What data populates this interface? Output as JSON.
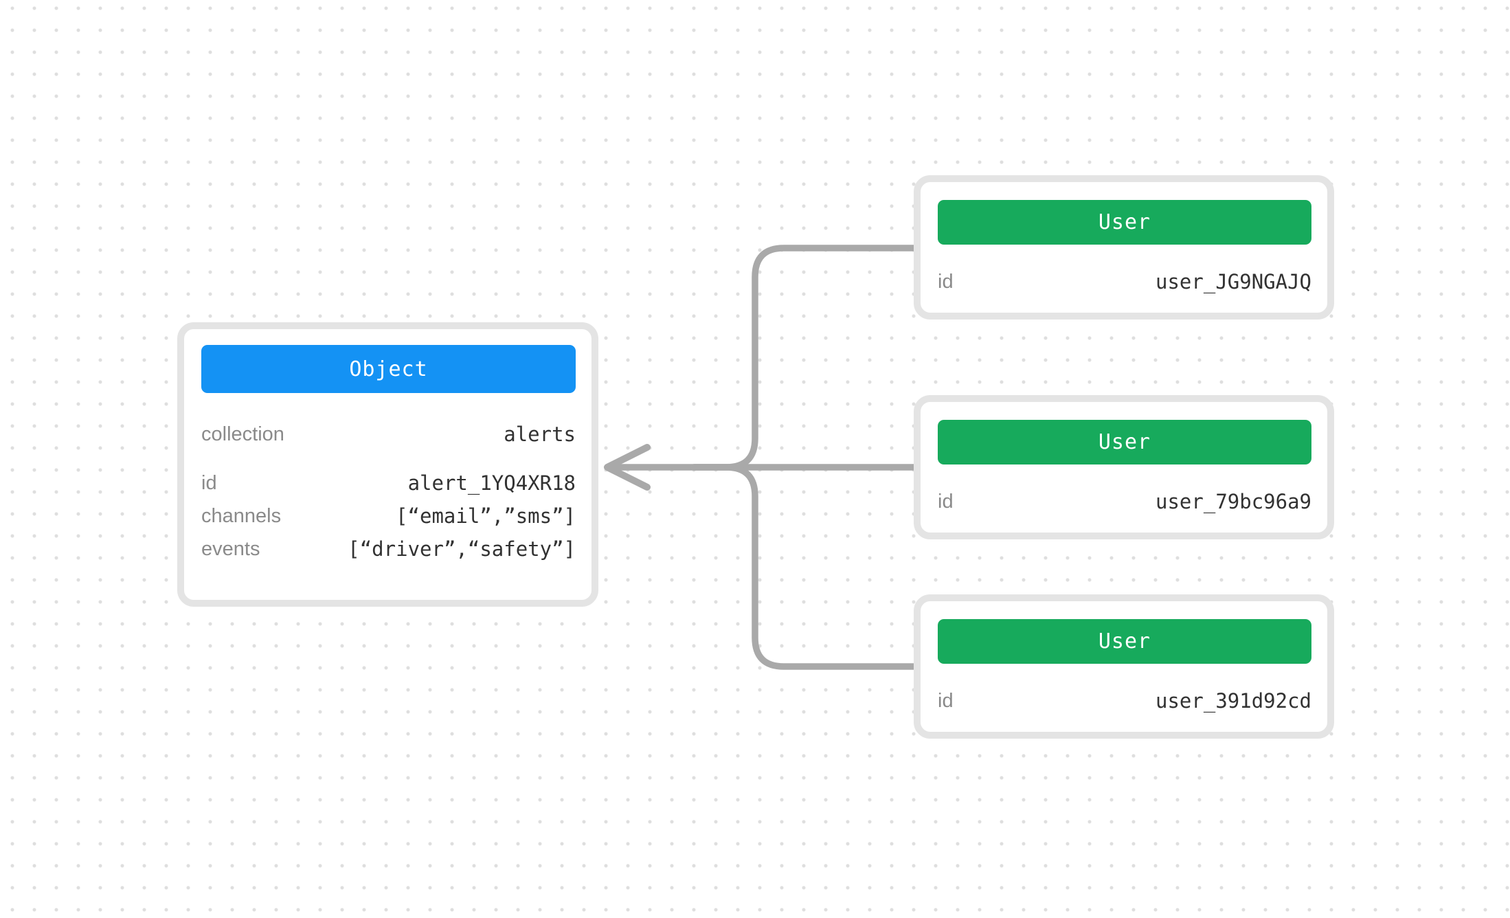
{
  "colors": {
    "object_header": "#1492f4",
    "user_header": "#17aa5c",
    "connector": "#a9a9a9",
    "card_border": "#e4e4e4",
    "label_text": "#8a8a8a",
    "value_text": "#323232",
    "grid_dot": "#dedede"
  },
  "object_card": {
    "title": "Object",
    "fields": [
      {
        "label": "collection",
        "value": "alerts"
      },
      {
        "label": "id",
        "value": "alert_1YQ4XR18"
      },
      {
        "label": "channels",
        "value": "[“email”,”sms”]"
      },
      {
        "label": "events",
        "value": "[“driver”,“safety”]"
      }
    ]
  },
  "user_cards": [
    {
      "title": "User",
      "fields": [
        {
          "label": "id",
          "value": "user_JG9NGAJQ"
        }
      ]
    },
    {
      "title": "User",
      "fields": [
        {
          "label": "id",
          "value": "user_79bc96a9"
        }
      ]
    },
    {
      "title": "User",
      "fields": [
        {
          "label": "id",
          "value": "user_391d92cd"
        }
      ]
    }
  ],
  "edges": [
    {
      "from": "user-card-1",
      "to": "object-card",
      "arrow": "into-object"
    },
    {
      "from": "user-card-2",
      "to": "object-card",
      "arrow": "into-object"
    },
    {
      "from": "user-card-3",
      "to": "object-card",
      "arrow": "into-object"
    }
  ]
}
